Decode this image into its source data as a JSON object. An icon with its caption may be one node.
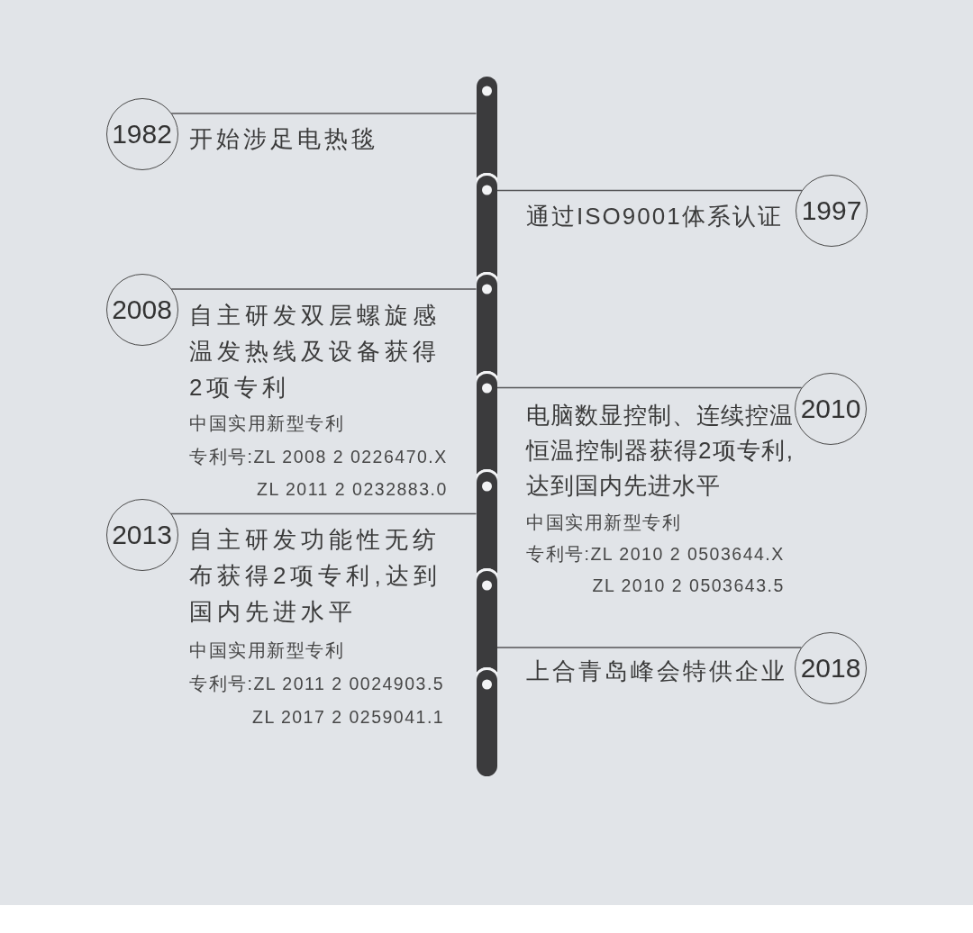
{
  "diagram": {
    "nodes": [
      {
        "text": [
          "1982"
        ],
        "beside": [
          "开始涉足电热毯"
        ]
      },
      {
        "text": [
          "1997"
        ],
        "beside": [
          "通过ISO9001体系认证"
        ]
      },
      {
        "text": [
          "2008"
        ],
        "beside": [
          "自主研发双层螺旋感温发热线及设备获得2项专利",
          "中国实用新型专利",
          "专利号:ZL 2008 2 0226470.X",
          "ZL 2011 2 0232883.0"
        ]
      },
      {
        "text": [
          "2010"
        ],
        "beside": [
          "电脑数显控制、连续控温恒温控制器获得2项专利,达到国内先进水平",
          "中国实用新型专利",
          "专利号:ZL 2010 2 0503644.X",
          "ZL 2010 2 0503643.5"
        ]
      },
      {
        "text": [
          "2013"
        ],
        "beside": [
          "自主研发功能性无纺布获得2项专利,达到国内先进水平",
          "中国实用新型专利",
          "专利号:ZL 2011 2 0024903.5",
          "ZL 2017 2 0259041.1"
        ]
      },
      {
        "text": [
          "2018"
        ],
        "beside": [
          "上合青岛峰会特供企业"
        ]
      },
      {
        "text": [],
        "shape": "bar"
      },
      {
        "text": [],
        "shape": "bar"
      },
      {
        "text": [],
        "shape": "bar"
      },
      {
        "text": [],
        "shape": "bar"
      },
      {
        "text": [],
        "shape": "bar"
      },
      {
        "text": [],
        "shape": "bar"
      },
      {
        "text": [],
        "shape": "bar"
      }
    ],
    "edges": [
      {
        "from": 0,
        "to": 6,
        "arrow": "none"
      },
      {
        "from": 1,
        "to": 7,
        "arrow": "none"
      },
      {
        "from": 2,
        "to": 8,
        "arrow": "none"
      },
      {
        "from": 3,
        "to": 9,
        "arrow": "none"
      },
      {
        "from": 4,
        "to": 10,
        "arrow": "none"
      },
      {
        "from": 5,
        "to": 11,
        "arrow": "none"
      }
    ]
  }
}
